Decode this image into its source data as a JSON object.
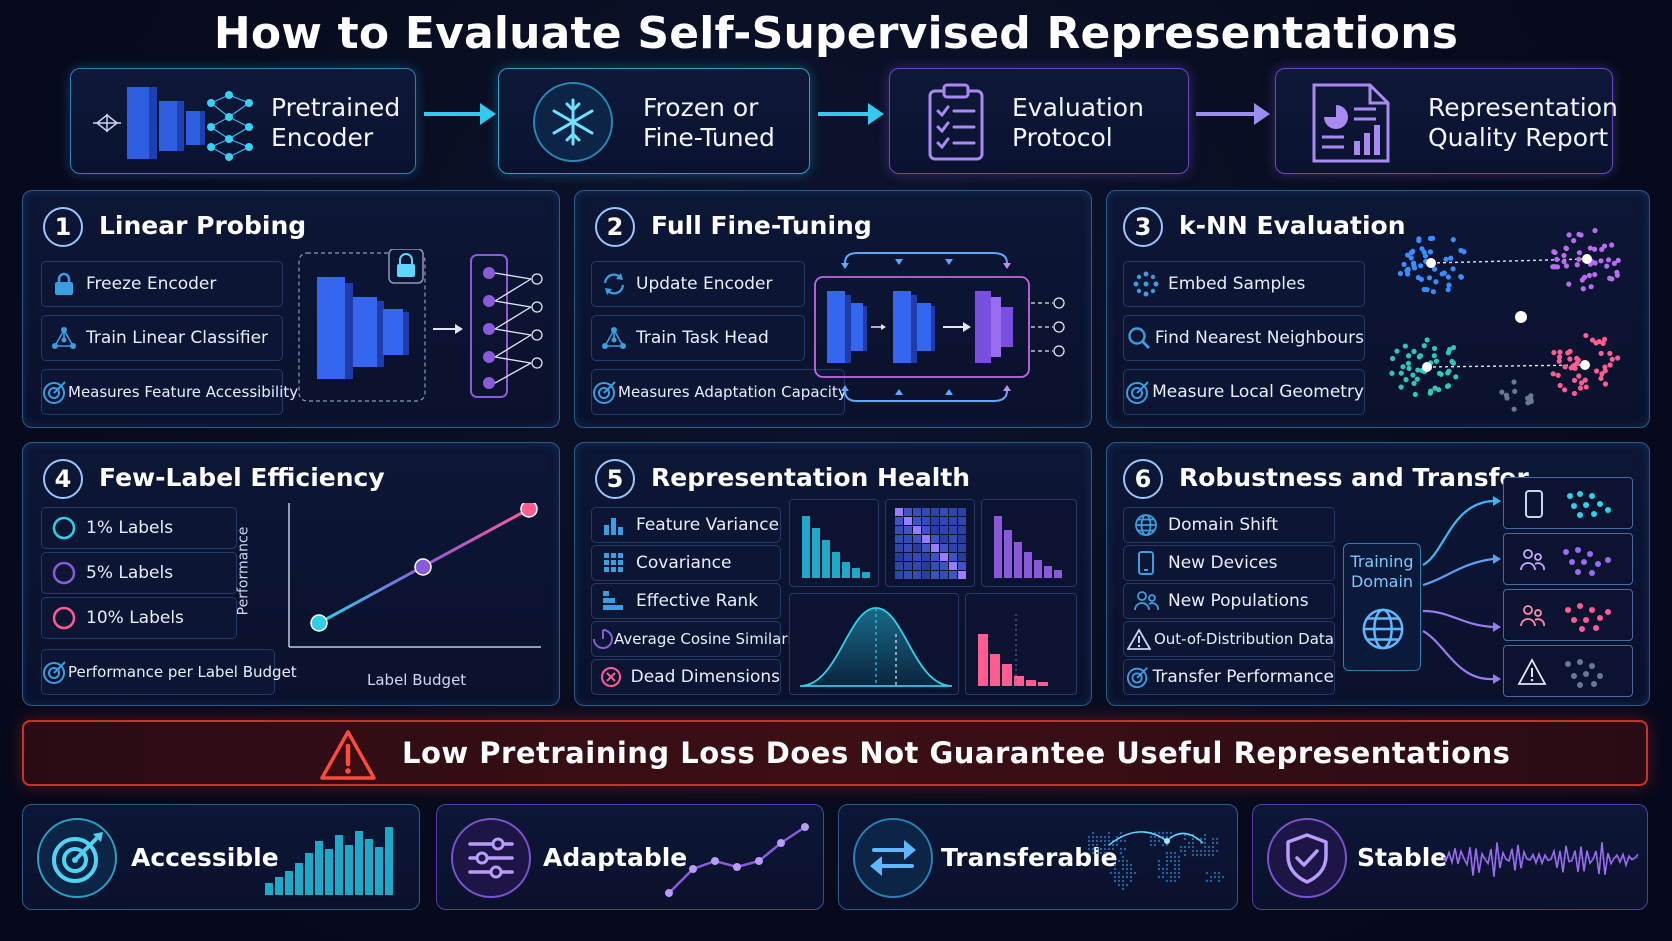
{
  "title": "How to Evaluate Self-Supervised Representations",
  "pipeline": [
    {
      "line1": "Pretrained",
      "line2": "Encoder",
      "icon": "encoder-icon",
      "color": "#3a8dd0"
    },
    {
      "line1": "Frozen or",
      "line2": "Fine-Tuned",
      "icon": "snowflake-icon",
      "color": "#2fb4d8"
    },
    {
      "line1": "Evaluation",
      "line2": "Protocol",
      "icon": "clipboard-checklist-icon",
      "color": "#8a5bd8"
    },
    {
      "line1": "Representation",
      "line2": "Quality Report",
      "icon": "report-chart-icon",
      "color": "#8a5bd8"
    }
  ],
  "panels": {
    "linear_probing": {
      "number": "1",
      "title": "Linear Probing",
      "items": [
        "Freeze Encoder",
        "Train Linear Classifier",
        "Measures Feature Accessibility"
      ]
    },
    "full_finetuning": {
      "number": "2",
      "title": "Full Fine-Tuning",
      "items": [
        "Update Encoder",
        "Train Task Head",
        "Measures Adaptation Capacity"
      ]
    },
    "knn": {
      "number": "3",
      "title": "k-NN Evaluation",
      "items": [
        "Embed Samples",
        "Find Nearest Neighbours",
        "Measure Local Geometry"
      ]
    },
    "few_label": {
      "number": "4",
      "title": "Few-Label Efficiency",
      "items": [
        "1% Labels",
        "5% Labels",
        "10% Labels",
        "Performance per Label Budget"
      ],
      "xlabel": "Label Budget",
      "ylabel": "Performance"
    },
    "health": {
      "number": "5",
      "title": "Representation Health",
      "items": [
        "Feature Variance",
        "Covariance",
        "Effective Rank",
        "Average Cosine Similarity",
        "Dead Dimensions"
      ]
    },
    "robustness": {
      "number": "6",
      "title": "Robustness and Transfer",
      "items": [
        "Domain Shift",
        "New Devices",
        "New Populations",
        "Out-of-Distribution Data",
        "Transfer Performance"
      ],
      "source_line1": "Training",
      "source_line2": "Domain"
    }
  },
  "warning": "Low Pretraining Loss Does Not Guarantee Useful Representations",
  "properties": [
    {
      "label": "Accessible",
      "icon": "target-icon",
      "color": "#2fb4d8"
    },
    {
      "label": "Adaptable",
      "icon": "sliders-icon",
      "color": "#8a5bd8"
    },
    {
      "label": "Transferable",
      "icon": "swap-arrows-icon",
      "color": "#3a8dd0"
    },
    {
      "label": "Stable",
      "icon": "shield-check-icon",
      "color": "#8a5bd8"
    }
  ],
  "colors": {
    "cyan": "#2fd0e8",
    "purple": "#8a5bd8",
    "pink": "#ff5c93",
    "warning": "#e0382f"
  }
}
